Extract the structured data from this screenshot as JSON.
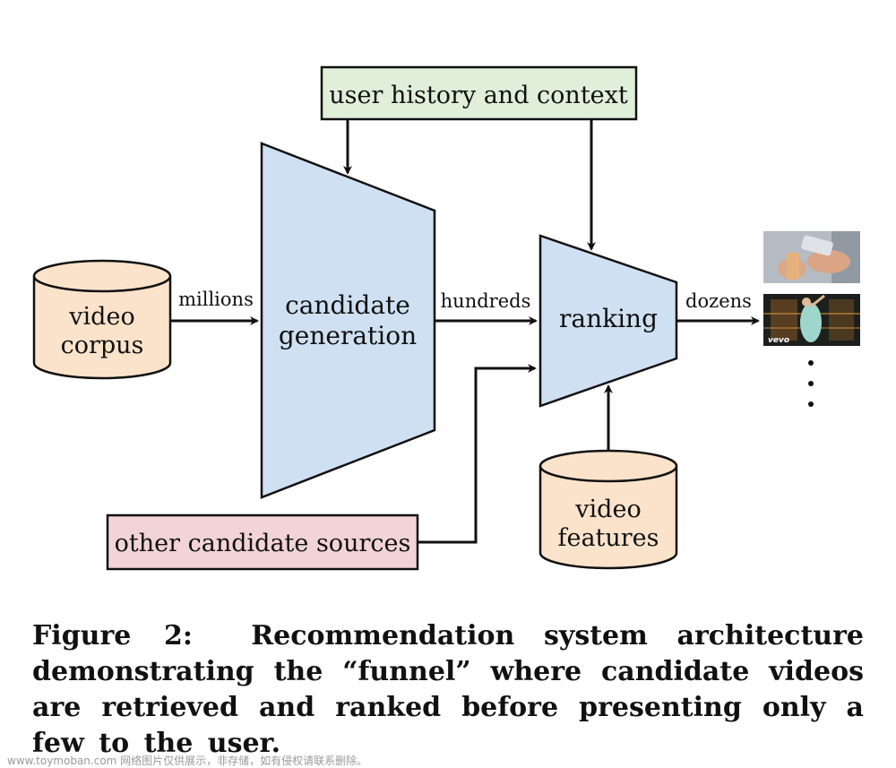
{
  "nodes": {
    "user_history": "user history and context",
    "video_corpus_line1": "video",
    "video_corpus_line2": "corpus",
    "candidate_generation_line1": "candidate",
    "candidate_generation_line2": "generation",
    "ranking": "ranking",
    "video_features_line1": "video",
    "video_features_line2": "features",
    "other_sources": "other candidate sources"
  },
  "edge_labels": {
    "millions": "millions",
    "hundreds": "hundreds",
    "dozens": "dozens"
  },
  "thumbnails": {
    "thumb2_logo": "vevo"
  },
  "caption": {
    "label": "Figure 2:",
    "text": "Recommendation system architecture demonstrating the “funnel” where candidate videos are retrieved and ranked before presenting only a few to the user."
  },
  "watermark": "www.toymoban.com 网络图片仅供展示，非存储，如有侵权请联系删除。",
  "colors": {
    "green_box": "#e0efd9",
    "blue_funnel": "#cfe0f2",
    "orange_db": "#fbe3cb",
    "pink_box": "#f2d3d6"
  }
}
